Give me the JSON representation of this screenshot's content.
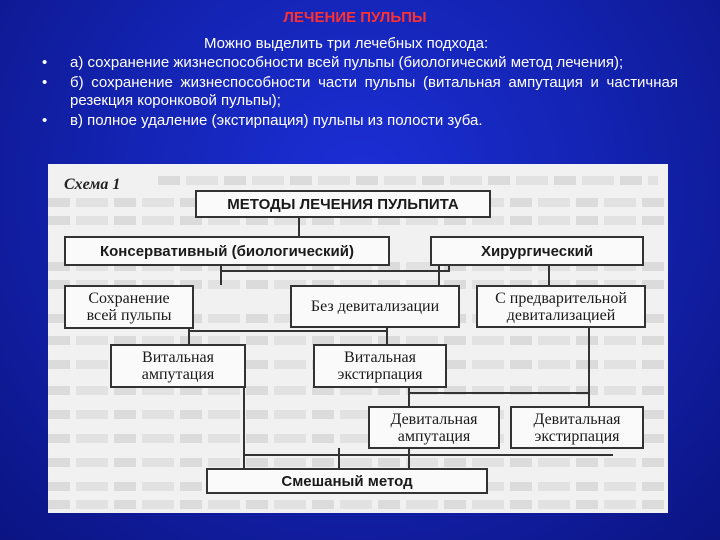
{
  "slide": {
    "title": "ЛЕЧЕНИЕ ПУЛЬПЫ",
    "intro": "Можно выделить три лечебных подхода:",
    "bullets": [
      "а) сохранение жизнеспособности всей пульпы (биологический метод лечения);",
      "б) сохранение жизнеспособности части пульпы (витальная ампутация и частичная резекция коронковой пульпы);",
      "в) полное удаление (экстирпация) пульпы из полости зуба."
    ]
  },
  "scheme": {
    "label": "Схема 1",
    "root": "МЕТОДЫ ЛЕЧЕНИЯ ПУЛЬПИТА",
    "conservative": "Консервативный (биологический)",
    "surgical": "Хирургический",
    "whole_pulp": "Сохранение всей пульпы",
    "no_devital": "Без девитализации",
    "pre_devital": "С предварительной девитализацией",
    "vital_amp": "Витальная ампутация",
    "vital_ext": "Витальная экстирпация",
    "devital_amp": "Девитальная ампутация",
    "devital_ext": "Девитальная экстирпация",
    "mixed": "Смешаный метод"
  }
}
